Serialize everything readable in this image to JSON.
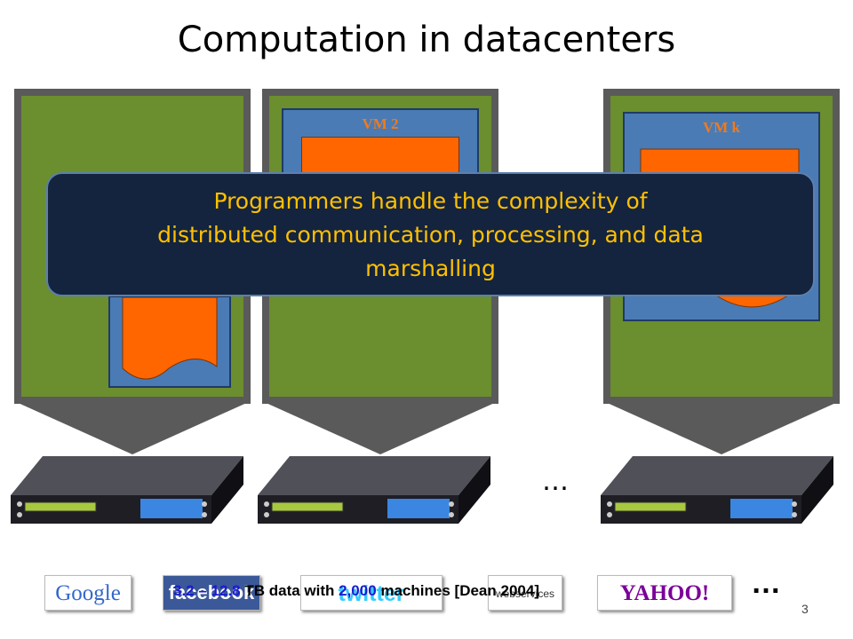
{
  "slide": {
    "title": "Computation in datacenters",
    "page_number": "3"
  },
  "vms": [
    {
      "label": "VM 2"
    },
    {
      "label": "VM k"
    }
  ],
  "callout": {
    "line1": "Programmers handle the complexity of",
    "line2": "distributed communication, processing, and data",
    "line3": "marshalling"
  },
  "ellipsis": "…",
  "footnote": {
    "prefix": "3.2 – 12.8",
    "middle": " TB data with ",
    "number": "2,000",
    "suffix": " machines [Dean 2004]"
  },
  "logos": [
    {
      "name": "Google"
    },
    {
      "name": "facebook"
    },
    {
      "name": "twitter"
    },
    {
      "name": "webservices"
    },
    {
      "name": "YAHOO!"
    }
  ],
  "more": "…",
  "colors": {
    "panel": "#6b8e2e",
    "frame": "#5a5a5a",
    "vm": "#4a7bb5",
    "doc": "#ff6600",
    "callout_bg": "#14243e",
    "callout_text": "#ffc000"
  }
}
